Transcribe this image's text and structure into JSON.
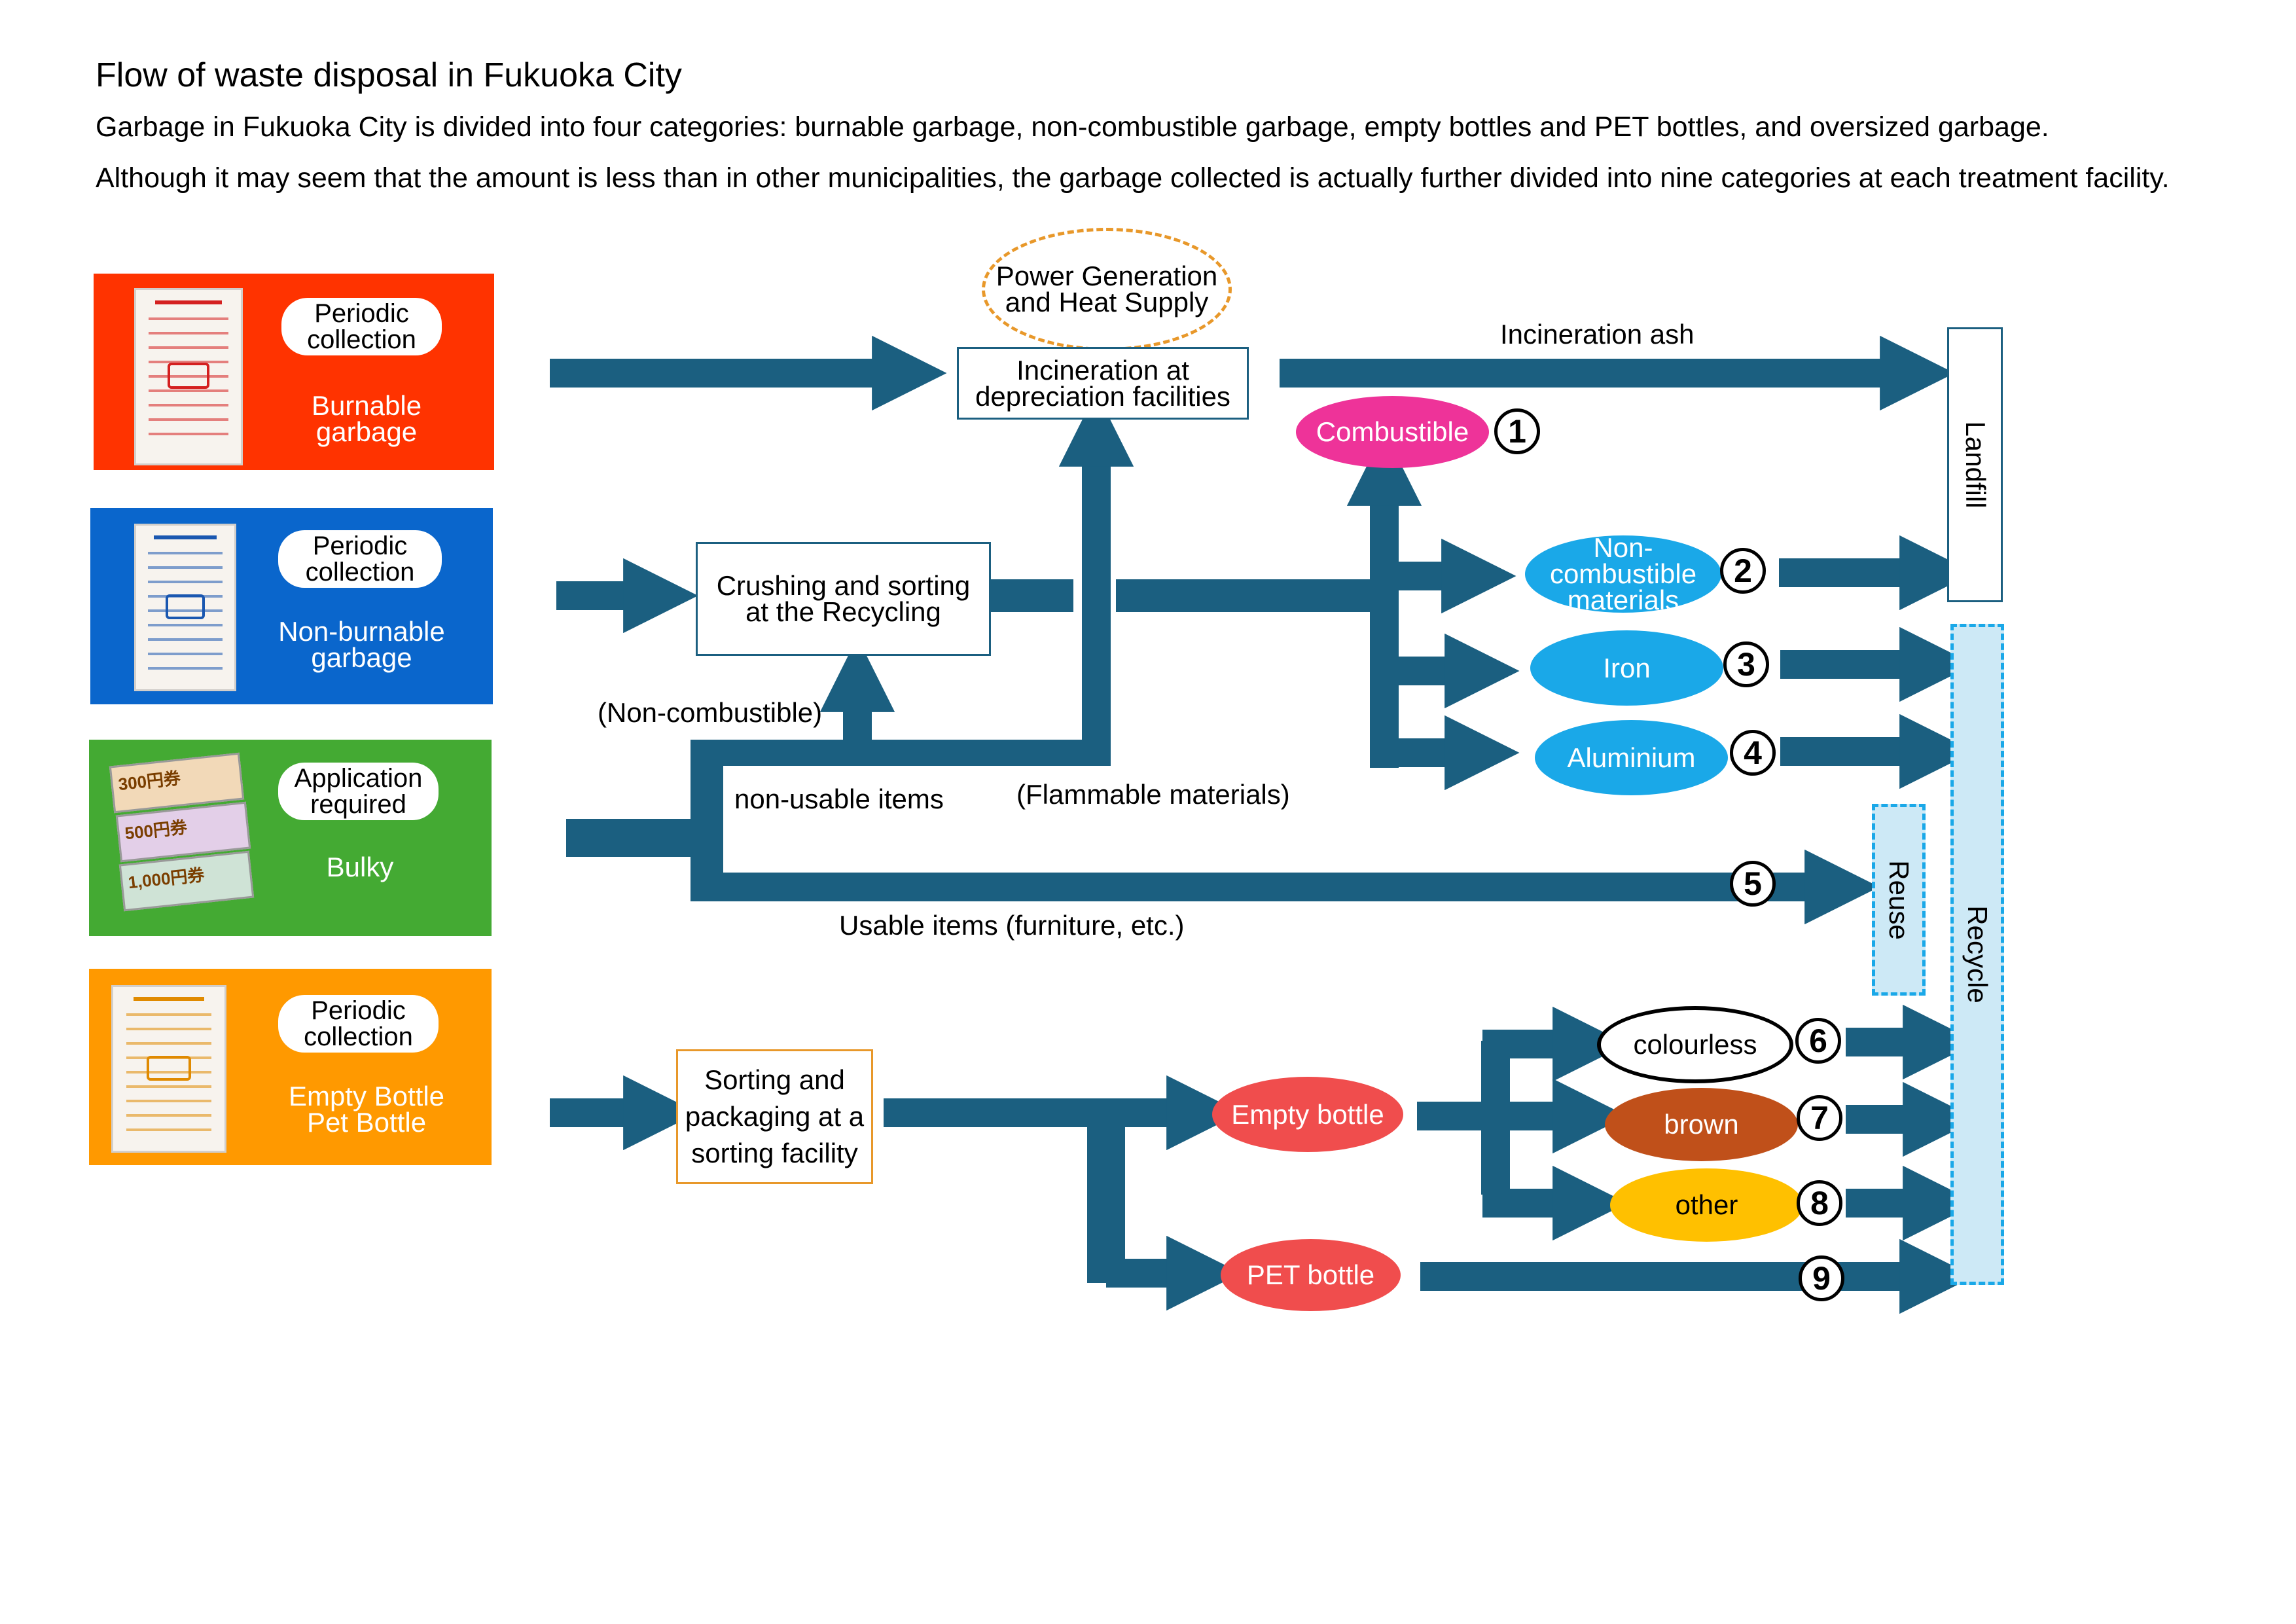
{
  "title": "Flow of waste disposal in Fukuoka City",
  "intro": [
    "Garbage in Fukuoka City is divided into four categories: burnable garbage, non-combustible garbage, empty bottles and PET bottles, and oversized garbage.",
    "Although it may seem that the amount is less than in other municipalities, the garbage collected is actually further divided into nine categories at each treatment facility."
  ],
  "categories": [
    {
      "badge": "Periodic\ncollection",
      "name": "Burnable\ngarbage",
      "color": "#ff3300"
    },
    {
      "badge": "Periodic\ncollection",
      "name": "Non-burnable\ngarbage",
      "color": "#0a66cc"
    },
    {
      "badge": "Application\nrequired",
      "name": "Bulky",
      "color": "#44aa33"
    },
    {
      "badge": "Periodic\ncollection",
      "name": "Empty Bottle\nPet Bottle",
      "color": "#ff9900"
    }
  ],
  "tickets": [
    "300円券",
    "500円券",
    "1,000円券"
  ],
  "processes": {
    "power": "Power Generation\nand Heat Supply",
    "incineration": "Incineration at\ndepreciation facilities",
    "crushing": "Crushing and sorting\nat the Recycling",
    "sorting": "Sorting and\npackaging at a\nsorting facility"
  },
  "labels": {
    "incineration_ash": "Incineration ash",
    "non_combustible": "(Non-combustible)",
    "non_usable": "non-usable items",
    "flammable": "(Flammable materials)",
    "usable": "Usable items (furniture, etc.)"
  },
  "outputs": [
    {
      "num": "1",
      "label": "Combustible",
      "color": "#ee3399"
    },
    {
      "num": "2",
      "label": "Non-combustible\nmaterials",
      "color": "#1aa8e8"
    },
    {
      "num": "3",
      "label": "Iron",
      "color": "#1aa8e8"
    },
    {
      "num": "4",
      "label": "Aluminium",
      "color": "#1aa8e8"
    },
    {
      "num": "5",
      "label": ""
    },
    {
      "num": "6",
      "label": "colourless",
      "color": "#ffffff"
    },
    {
      "num": "7",
      "label": "brown",
      "color": "#c0501a"
    },
    {
      "num": "8",
      "label": "other",
      "color": "#ffc000"
    },
    {
      "num": "9",
      "label": ""
    }
  ],
  "bottles": {
    "empty": "Empty bottle",
    "pet": "PET bottle",
    "color": "#f04d4d"
  },
  "destinations": {
    "landfill": "Landfill",
    "reuse": "Reuse",
    "recycle": "Recycle"
  },
  "colors": {
    "flow": "#1b5f80",
    "dest_fill": "#cde9f6",
    "dest_border": "#1aa8e8"
  }
}
